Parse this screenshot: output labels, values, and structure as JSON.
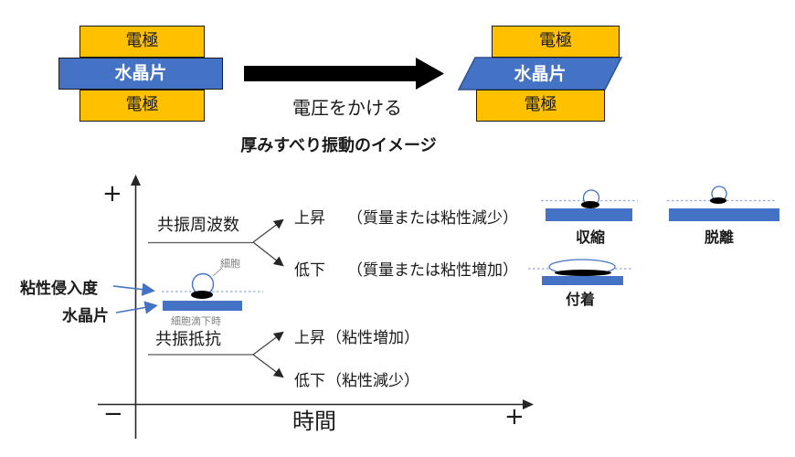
{
  "colors": {
    "electrode_orange": "#FFC000",
    "quartz_blue": "#4472C4",
    "quartz_border": "#2F528F",
    "dotted_line": "#8FAADC",
    "gray_label": "#808080",
    "arrow_black": "#000000"
  },
  "top": {
    "left_stack": {
      "electrode_top": "電極",
      "quartz": "水晶片",
      "electrode_bottom": "電極"
    },
    "right_stack": {
      "electrode_top": "電極",
      "quartz": "水晶片",
      "electrode_bottom": "電極"
    },
    "arrow_label": "電圧をかける",
    "caption": "厚みすべり振動のイメージ"
  },
  "graph": {
    "y_axis_plus": "+",
    "y_axis_minus": "−",
    "x_axis_plus": "+",
    "x_axis_label": "時間",
    "frequency": {
      "label": "共振周波数",
      "up": "上昇",
      "up_note": "（質量または粘性減少）",
      "down": "低下",
      "down_note": "（質量または粘性増加）"
    },
    "resistance": {
      "label": "共振抵抗",
      "up": "上昇",
      "up_note": "（粘性増加）",
      "down": "低下",
      "down_note": "（粘性減少）"
    },
    "cell_illustration": {
      "cell": "細胞",
      "viscous_depth": "粘性侵入度",
      "quartz": "水晶片",
      "caption": "細胞滴下時"
    }
  },
  "states": [
    {
      "label": "収縮"
    },
    {
      "label": "脱離"
    },
    {
      "label": "付着"
    }
  ]
}
